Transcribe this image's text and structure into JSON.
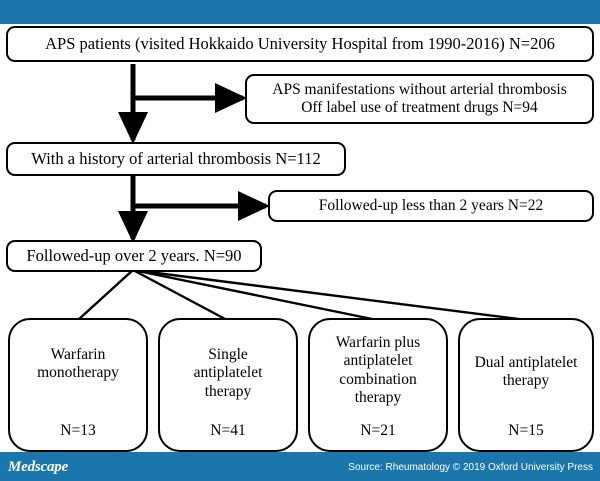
{
  "header": {
    "band_color": "#1b76ab"
  },
  "footer": {
    "brand": "Medscape",
    "source": "Source: Rheumatology © 2019 Oxford University Press",
    "band_color": "#1b76ab"
  },
  "flowchart": {
    "type": "flowchart",
    "title": "APS patient cohort selection and treatment groups",
    "nodes": [
      {
        "id": "cohort",
        "text": "APS patients (visited Hokkaido University Hospital from 1990-2016) N=206",
        "count": 206
      },
      {
        "id": "excluded-1-line1",
        "text": "APS manifestations without arterial thrombosis",
        "text2": "Off label use of treatment drugs   N=94",
        "count": 94
      },
      {
        "id": "arterial-thrombosis",
        "text": "With a history of arterial thrombosis  N=112",
        "count": 112
      },
      {
        "id": "excluded-2",
        "text": "Followed-up less than 2 years N=22",
        "count": 22
      },
      {
        "id": "followed-over-2y",
        "text": "Followed-up over 2 years. N=90",
        "count": 90
      }
    ],
    "groups": [
      {
        "id": "warfarin-mono",
        "title": "Warfarin\nmonotherapy",
        "line1": "Warfarin",
        "line2": "monotherapy",
        "line3": "",
        "line4": "",
        "count_label": "N=13",
        "count": 13
      },
      {
        "id": "single-antiplatelet",
        "title": "Single antiplatelet therapy",
        "line1": "Single",
        "line2": "antiplatelet",
        "line3": "therapy",
        "line4": "",
        "count_label": "N=41",
        "count": 41
      },
      {
        "id": "warfarin-plus-antiplatelet",
        "title": "Warfarin plus antiplatelet combination therapy",
        "line1": "Warfarin plus",
        "line2": "antiplatelet",
        "line3": "combination",
        "line4": "therapy",
        "count_label": "N=21",
        "count": 21
      },
      {
        "id": "dual-antiplatelet",
        "title": "Dual antiplatelet therapy",
        "line1": "Dual antiplatelet",
        "line2": "therapy",
        "line3": "",
        "line4": "",
        "count_label": "N=15",
        "count": 15
      }
    ]
  }
}
